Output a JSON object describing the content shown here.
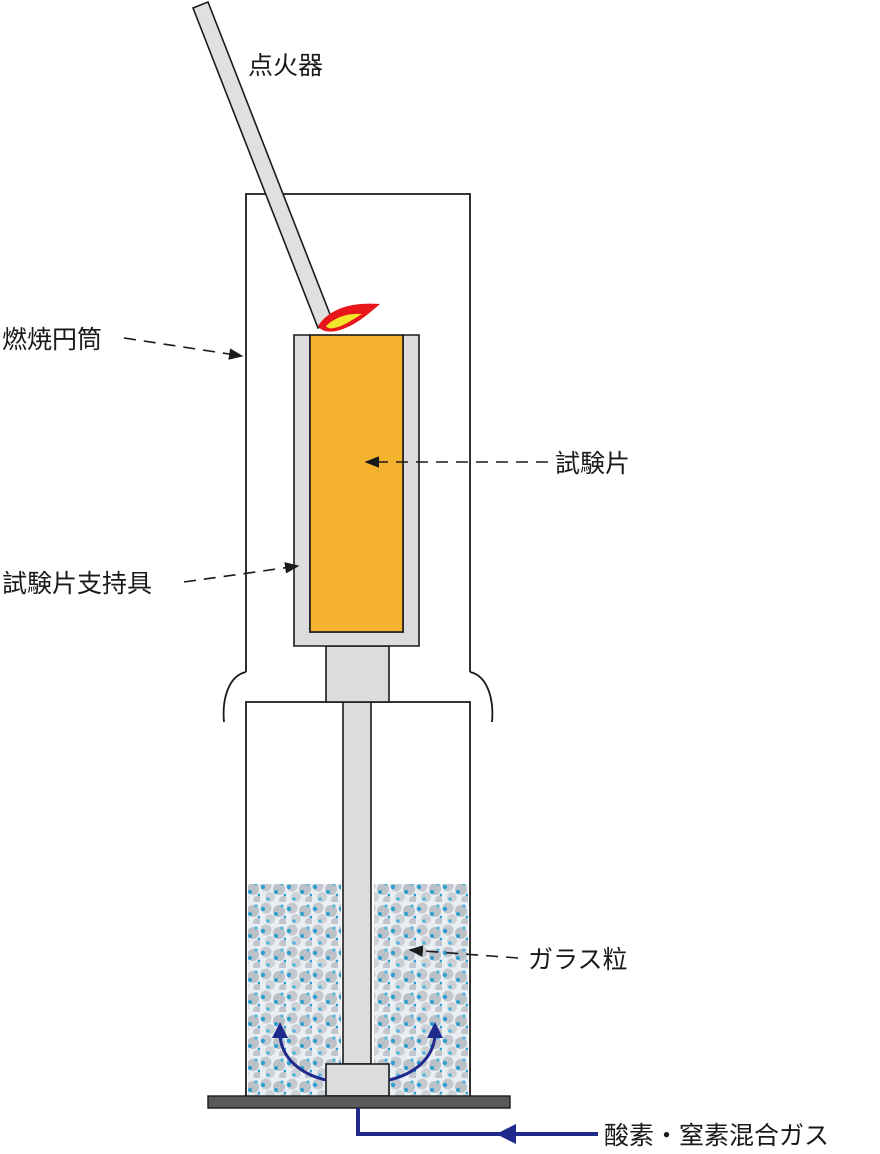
{
  "labels": {
    "igniter": "点火器",
    "combustion_cylinder": "燃焼円筒",
    "specimen": "試験片",
    "specimen_holder": "試験片支持具",
    "glass_beads": "ガラス粒",
    "gas_mixture": "酸素・窒素混合ガス"
  },
  "colors": {
    "specimen": "#f5b22e",
    "holder": "#dcdcdc",
    "flame_outer": "#e8151b",
    "flame_inner": "#f3e62a",
    "gas_arrow": "#1f2a8c",
    "base": "#5a5a5a",
    "bead_light": "#c9cdd3",
    "bead_accent": "#3aa7cf"
  }
}
